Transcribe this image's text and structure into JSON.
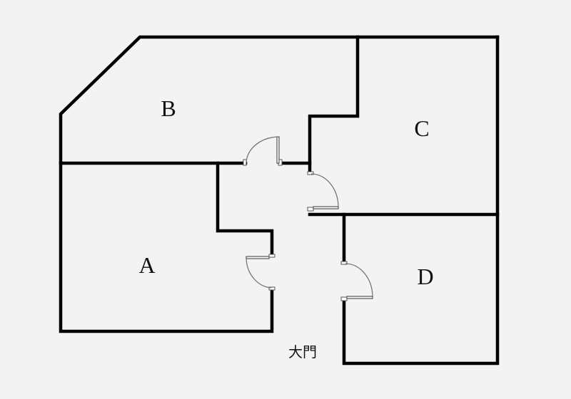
{
  "rooms": {
    "a": "A",
    "b": "B",
    "c": "C",
    "d": "D"
  },
  "entrance_label": "大門",
  "colors": {
    "background": "#f3f3f3",
    "wall": "#000000"
  }
}
